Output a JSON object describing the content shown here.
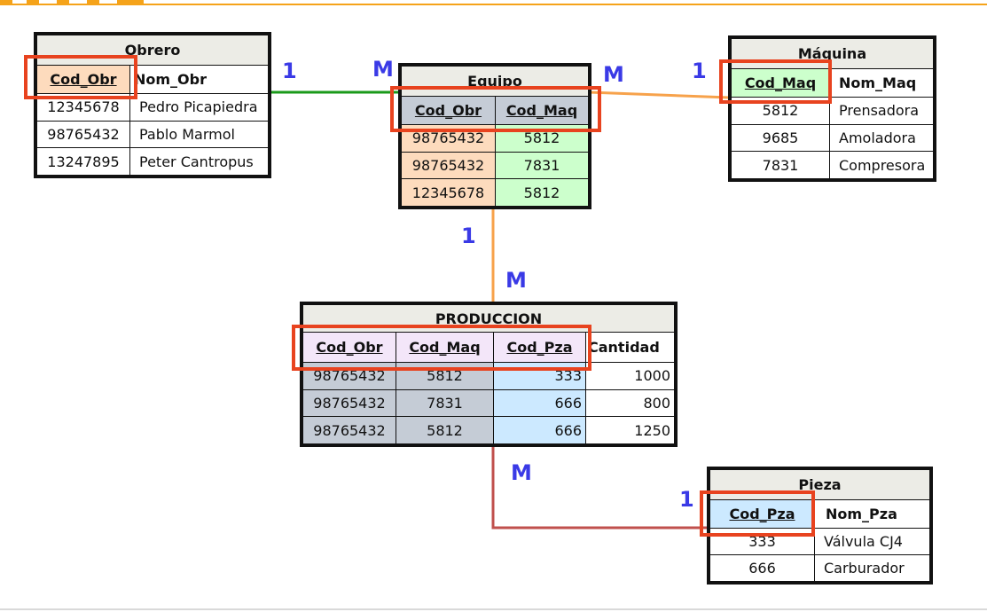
{
  "colors": {
    "peach": "#fddbbd",
    "green": "#ccffcc",
    "lavender": "#f3e6f9",
    "blue": "#cce9ff",
    "gray": "#c5ccd6",
    "title": "#ecece6",
    "highlight": "#e8431f",
    "card": "#3a3ae6",
    "line_green": "#1a9a1a",
    "line_orange": "#f7a24b",
    "line_red": "#c0504d"
  },
  "obrero": {
    "title": "Obrero",
    "headers": [
      "Cod_Obr",
      "Nom_Obr"
    ],
    "rows": [
      [
        "12345678",
        "Pedro Picapiedra"
      ],
      [
        "98765432",
        "Pablo Marmol"
      ],
      [
        "13247895",
        "Peter Cantropus"
      ]
    ]
  },
  "equipo": {
    "title": "Equipo",
    "headers": [
      "Cod_Obr",
      "Cod_Maq"
    ],
    "rows": [
      [
        "98765432",
        "5812"
      ],
      [
        "98765432",
        "7831"
      ],
      [
        "12345678",
        "5812"
      ]
    ]
  },
  "maquina": {
    "title": "Máquina",
    "headers": [
      "Cod_Maq",
      "Nom_Maq"
    ],
    "rows": [
      [
        "5812",
        "Prensadora"
      ],
      [
        "9685",
        "Amoladora"
      ],
      [
        "7831",
        "Compresora"
      ]
    ]
  },
  "produccion": {
    "title": "PRODUCCION",
    "headers": [
      "Cod_Obr",
      "Cod_Maq",
      "Cod_Pza",
      "Cantidad"
    ],
    "rows": [
      [
        "98765432",
        "5812",
        "333",
        "1000"
      ],
      [
        "98765432",
        "7831",
        "666",
        "800"
      ],
      [
        "98765432",
        "5812",
        "666",
        "1250"
      ]
    ]
  },
  "pieza": {
    "title": "Pieza",
    "headers": [
      "Cod_Pza",
      "Nom_Pza"
    ],
    "rows": [
      [
        "333",
        "Válvula CJ4"
      ],
      [
        "666",
        "Carburador"
      ]
    ]
  },
  "cardinality": {
    "obrero_equipo_one": "1",
    "obrero_equipo_many": "M",
    "equipo_maquina_many": "M",
    "equipo_maquina_one": "1",
    "equipo_produccion_one": "1",
    "equipo_produccion_many": "M",
    "produccion_pieza_many": "M",
    "produccion_pieza_one": "1"
  }
}
